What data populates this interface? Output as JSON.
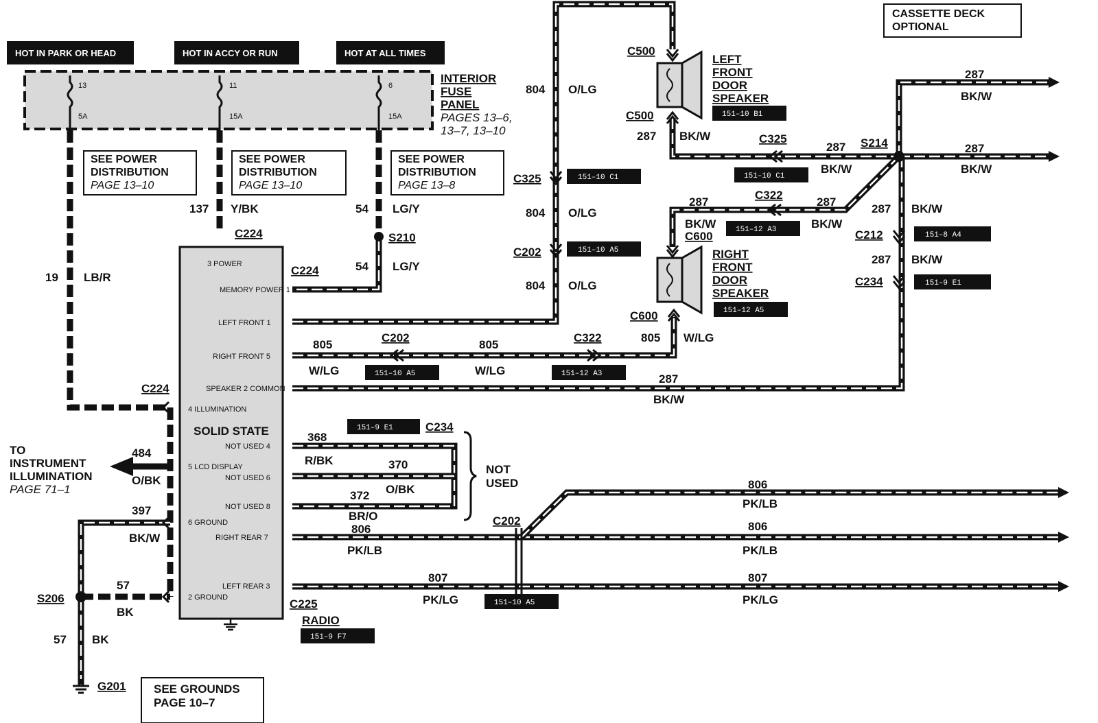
{
  "headers": {
    "hot_park_head": "HOT IN PARK OR HEAD",
    "hot_accy_run": "HOT IN ACCY OR RUN",
    "hot_all_times": "HOT AT ALL TIMES",
    "cassette": [
      "CASSETTE DECK",
      "OPTIONAL"
    ]
  },
  "fuse_panel": {
    "title": [
      "INTERIOR",
      "FUSE",
      "PANEL"
    ],
    "pages": [
      "PAGES 13–6,",
      "13–7, 13–10"
    ],
    "fuses": [
      {
        "num": "13",
        "amp": "5A"
      },
      {
        "num": "11",
        "amp": "15A"
      },
      {
        "num": "6",
        "amp": "15A"
      }
    ]
  },
  "power_dist": [
    {
      "line1": "SEE POWER",
      "line2": "DISTRIBUTION",
      "page": "PAGE 13–10"
    },
    {
      "line1": "SEE POWER",
      "line2": "DISTRIBUTION",
      "page": "PAGE 13–10"
    },
    {
      "line1": "SEE POWER",
      "line2": "DISTRIBUTION",
      "page": "PAGE 13–8"
    }
  ],
  "radio": {
    "title": "SOLID STATE",
    "name": "RADIO",
    "pins": {
      "power": "3 POWER",
      "memory": "MEMORY POWER 1",
      "left_front": "LEFT FRONT 1",
      "right_front": "RIGHT FRONT 5",
      "spk_common": "SPEAKER 2 COMMON",
      "illum": "4 ILLUMINATION",
      "nu4": "NOT USED 4",
      "lcd": "5 LCD DISPLAY",
      "nu6": "NOT USED 6",
      "nu8": "NOT USED 8",
      "ground": "6 GROUND",
      "right_rear": "RIGHT REAR 7",
      "left_rear": "LEFT REAR 3",
      "ground2": "2 GROUND"
    }
  },
  "speakers": {
    "left": [
      "LEFT",
      "FRONT",
      "DOOR",
      "SPEAKER"
    ],
    "right": [
      "RIGHT",
      "FRONT",
      "DOOR",
      "SPEAKER"
    ]
  },
  "connectors": {
    "c224": "C224",
    "c225": "C225",
    "c202": "C202",
    "c322": "C322",
    "c325": "C325",
    "c500": "C500",
    "c600": "C600",
    "c212": "C212",
    "c234": "C234",
    "s210": "S210",
    "s214": "S214",
    "s206": "S206",
    "g201": "G201"
  },
  "refs": {
    "c1": "151–10 C1",
    "a5": "151–10 A5",
    "b1": "151–10 B1",
    "a3_12": "151–12 A3",
    "a5_12": "151–12 A5",
    "a4_8": "151–8 A4",
    "e1_9": "151–9 E1",
    "f7": "151–9 F7"
  },
  "wires": {
    "n19": "19",
    "lb_r": "LB/R",
    "n137": "137",
    "y_bk": "Y/BK",
    "n54": "54",
    "lg_y": "LG/Y",
    "n804": "804",
    "o_lg": "O/LG",
    "n287": "287",
    "bk_w": "BK/W",
    "n805": "805",
    "w_lg": "W/LG",
    "n368": "368",
    "r_bk": "R/BK",
    "n370": "370",
    "o_bk": "O/BK",
    "n372": "372",
    "br_o": "BR/O",
    "n806": "806",
    "pk_lb": "PK/LB",
    "n807": "807",
    "pk_lg": "PK/LG",
    "n484": "484",
    "n397": "397",
    "n57": "57",
    "bk": "BK"
  },
  "not_used": [
    "NOT",
    "USED"
  ],
  "instrument": {
    "lines": [
      "TO",
      "INSTRUMENT",
      "ILLUMINATION"
    ],
    "page": "PAGE 71–1"
  },
  "grounds": [
    "SEE GROUNDS",
    "PAGE 10–7"
  ]
}
